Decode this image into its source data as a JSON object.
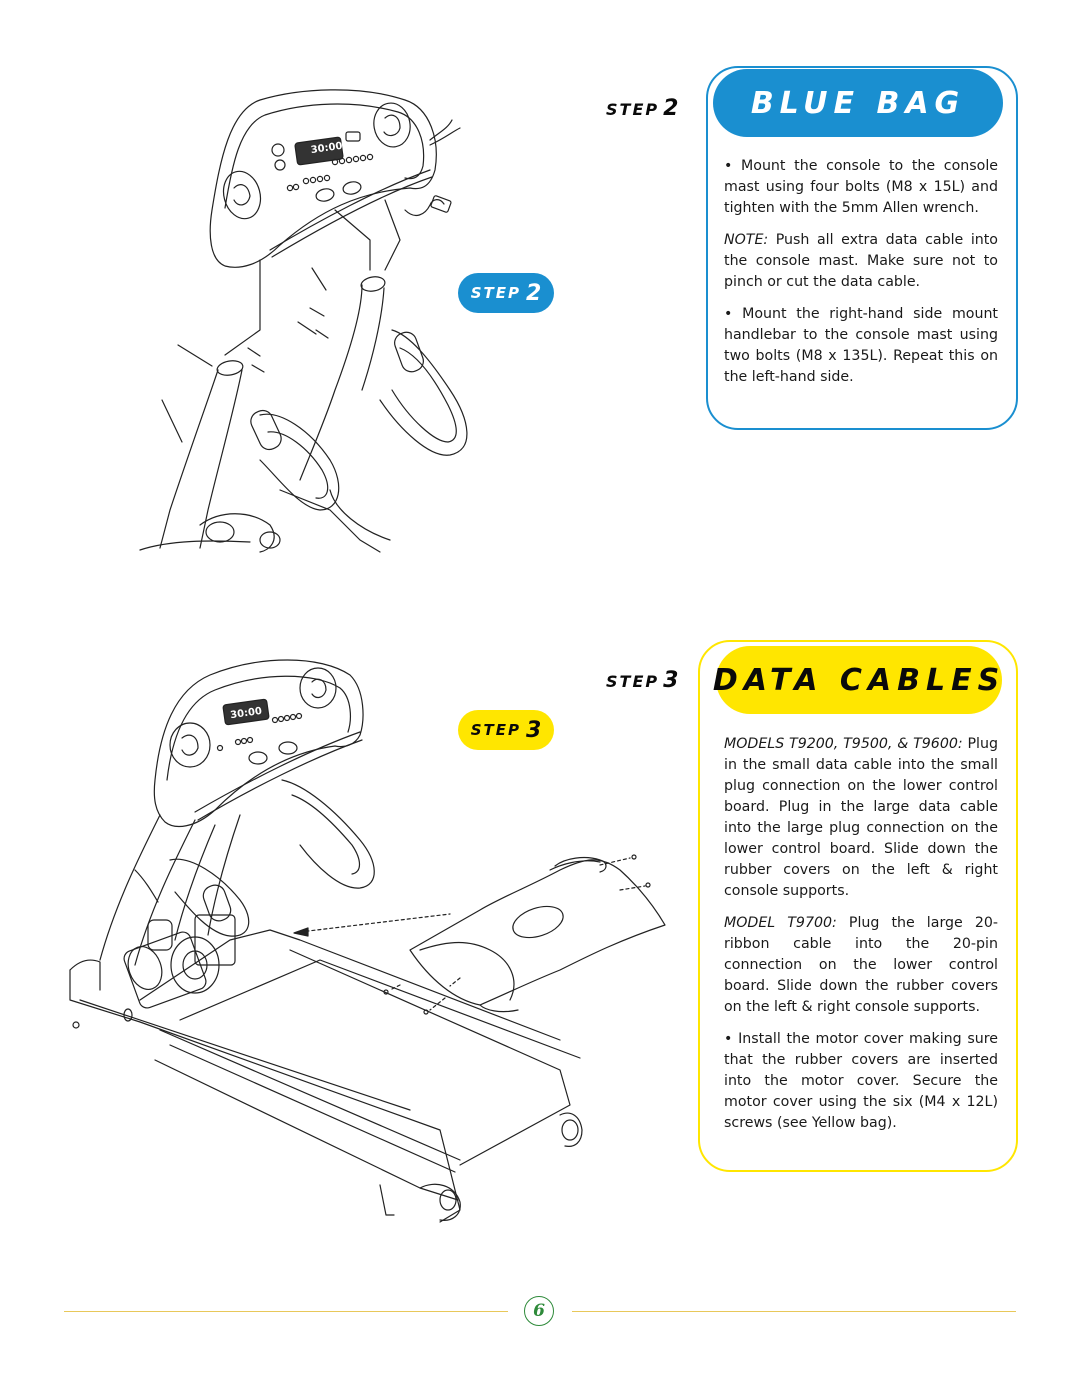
{
  "step2": {
    "step_word": "STEP",
    "step_num": "2",
    "title": "BLUE BAG",
    "paragraph1": "• Mount the console to the console mast using four bolts (M8 x 15L) and tighten with the 5mm Allen wrench.",
    "note_label": "NOTE:",
    "note_text": " Push all extra data cable into the console mast. Make sure not to pinch or cut the data cable.",
    "paragraph3": "• Mount the right-hand side mount handlebar to the console mast using two bolts (M8 x 135L). Repeat this on the left-hand side.",
    "display_time": "30:00"
  },
  "step3": {
    "step_word": "STEP",
    "step_num": "3",
    "title": "DATA CABLES",
    "models_label": "MODELS T9200, T9500, & T9600:",
    "models_text": " Plug in the small data cable into the small plug connection on the lower control board. Plug in the large data cable into the large plug connection on the lower control board. Slide down the rubber covers on the left & right console supports.",
    "model2_label": "MODEL T9700:",
    "model2_text": " Plug the large 20-ribbon cable into the 20-pin connection on the lower control board. Slide down the rubber covers on the left & right console supports.",
    "paragraph3": "• Install the motor cover making sure that the rubber covers are inserted into the motor cover. Secure the motor cover using the six (M4 x 12L) screws (see Yellow bag).",
    "display_time": "30:00"
  },
  "footer": {
    "page_number": "6"
  },
  "colors": {
    "blue": "#1a8fd0",
    "yellow": "#ffe600",
    "footer_line": "#e8c85a",
    "page_number": "#2e8a3a"
  }
}
